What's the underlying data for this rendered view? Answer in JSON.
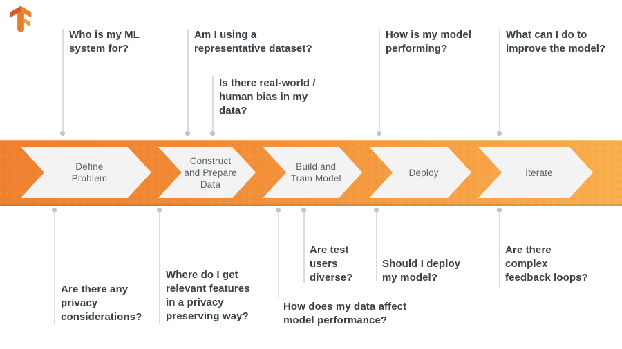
{
  "logo": {
    "name": "TensorFlow logo"
  },
  "banner": {
    "gradient_left": "#EE8130",
    "gradient_right": "#F9AF4E",
    "chevron_fill": "#F2F3F2",
    "chevron_text_color": "#5B6166"
  },
  "stages": [
    {
      "label": "Define\nProblem"
    },
    {
      "label": "Construct\nand Prepare\nData"
    },
    {
      "label": "Build and\nTrain Model"
    },
    {
      "label": "Deploy"
    },
    {
      "label": "Iterate"
    }
  ],
  "questions_top": [
    {
      "text": "Who is my ML\nsystem for?"
    },
    {
      "text": "Am I using a\nrepresentative dataset?"
    },
    {
      "text": "Is there real-world /\nhuman bias in my\ndata?"
    },
    {
      "text": "How is my model\nperforming?"
    },
    {
      "text": "What can I do to\nimprove the model?"
    }
  ],
  "questions_bottom": [
    {
      "text": "Are there any\nprivacy\nconsiderations?"
    },
    {
      "text": "Where do I get\nrelevant features\nin a privacy\npreserving way?"
    },
    {
      "text": "Are test\nusers\ndiverse?"
    },
    {
      "text": "How does my data affect\nmodel performance?"
    },
    {
      "text": "Should I deploy\nmy model?"
    },
    {
      "text": "Are there\ncomplex\nfeedback loops?"
    }
  ],
  "colors": {
    "question_text": "#3B4045",
    "connector_line": "#DADCDF",
    "connector_dot": "#C2C5C9"
  }
}
